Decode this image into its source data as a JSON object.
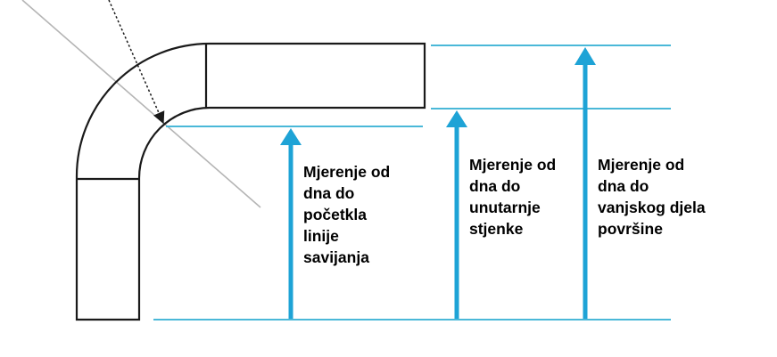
{
  "labels": {
    "bend_line": [
      "Mjerenje od",
      "dna do",
      "početkla",
      "linije",
      "savijanja"
    ],
    "inner_wall": [
      "Mjerenje od",
      "dna do",
      "unutarnje",
      "stjenke"
    ],
    "outer_surface": [
      "Mjerenje od",
      "dna do",
      "vanjskog djela",
      "površine"
    ]
  },
  "colors": {
    "outline": "#1a1a1a",
    "reference_line": "#4ab8d8",
    "arrow": "#1ea3d6",
    "guide_line": "#b5b5b5"
  }
}
